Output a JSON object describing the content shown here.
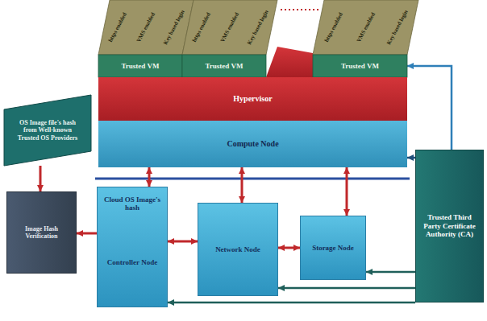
{
  "diagram": {
    "nodes": [
      {
        "text": [
          "https enabled",
          "VMS enabled",
          "Key based login",
          "Trusted VM"
        ]
      },
      {
        "text": [
          "https enabled",
          "VMS enabled",
          "Key based login",
          "Trusted VM"
        ]
      },
      {
        "text": [
          "https enabled",
          "VMS enabled",
          "Key based login",
          "Trusted VM"
        ]
      },
      {
        "text": [
          "Hypervisor"
        ]
      },
      {
        "text": [
          "Compute Node"
        ]
      },
      {
        "text": [
          "OS Image file's hash from Well-known Trusted OS Providers"
        ]
      },
      {
        "text": [
          "Image Hash Verification"
        ]
      },
      {
        "text": [
          "Cloud OS Image's hash",
          "Controller Node"
        ]
      },
      {
        "text": [
          "Network Node"
        ]
      },
      {
        "text": [
          "Storage Node"
        ]
      },
      {
        "text": [
          "Trusted Third Party Certificate Authority (CA)"
        ]
      }
    ],
    "edges": [
      {
        "from": 5,
        "to": 6,
        "arrow": "to"
      },
      {
        "from": 7,
        "to": 6,
        "arrow": "to"
      },
      {
        "from": 7,
        "to": 8,
        "arrow": "both"
      },
      {
        "from": 8,
        "to": 9,
        "arrow": "both"
      },
      {
        "from": 4,
        "to": 7,
        "arrow": "both"
      },
      {
        "from": 4,
        "to": 8,
        "arrow": "both"
      },
      {
        "from": 4,
        "to": 9,
        "arrow": "both"
      },
      {
        "from": 10,
        "to": 4,
        "arrow": "to"
      },
      {
        "from": 10,
        "to": 2,
        "arrow": "to"
      },
      {
        "from": 10,
        "to": 9,
        "arrow": "to"
      },
      {
        "from": 10,
        "to": 8,
        "arrow": "to"
      },
      {
        "from": 10,
        "to": 7,
        "arrow": "to"
      }
    ]
  }
}
